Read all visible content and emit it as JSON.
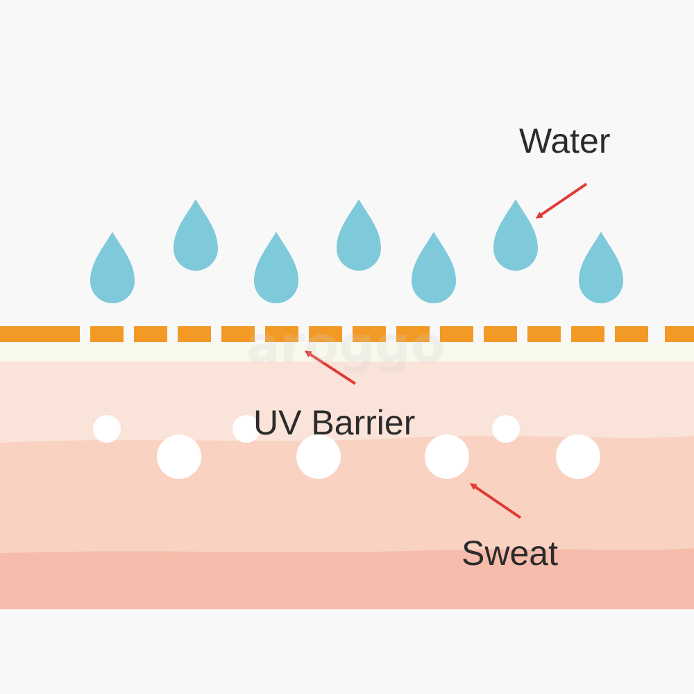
{
  "labels": {
    "water": "Water",
    "uv_barrier": "UV Barrier",
    "sweat": "Sweat"
  },
  "watermark": "aroggo",
  "colors": {
    "background": "#f8f8f8",
    "water_drop": "#7ecadb",
    "barrier": "#f29a25",
    "barrier_under_band": "#f8f8ec",
    "skin_layer_1": "#fae3d9",
    "skin_layer_2": "#f9d2c2",
    "skin_layer_3": "#f6bcab",
    "sweat_dot": "#ffffff",
    "arrow": "#e03a35",
    "text": "#2b2b2b"
  }
}
